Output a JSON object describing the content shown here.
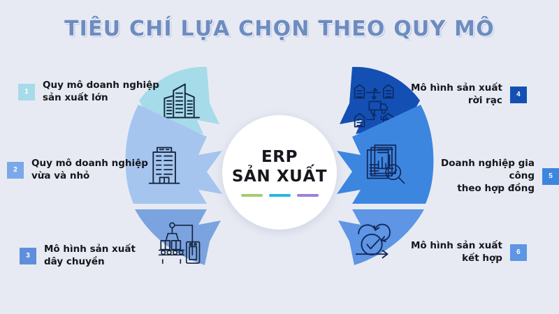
{
  "page": {
    "background_color": "#e8eaf3",
    "title": "TIÊU  CHÍ LỰA CHỌN THEO QUY MÔ",
    "title_color": "#6d8cc0"
  },
  "center": {
    "line1": "ERP",
    "line2": "SẢN XUẤT",
    "accent_bars": [
      {
        "name": "accent-bar-green",
        "color": "#a3cd6e"
      },
      {
        "name": "accent-bar-cyan",
        "color": "#29b6e5"
      },
      {
        "name": "accent-bar-purple",
        "color": "#9b82d8"
      }
    ]
  },
  "segments": [
    {
      "number": "1",
      "label": "Quy mô doanh nghiệp\nsản xuất lớn",
      "side": "left",
      "color": "#a6dbe9",
      "badge_color": "#a6dbe9",
      "icon": "office-buildings-icon"
    },
    {
      "number": "2",
      "label": "Quy mô doanh nghiệp\nvừa và nhỏ",
      "side": "left",
      "color": "#a5c5ef",
      "badge_color": "#7aa8e8",
      "icon": "single-tower-building-icon"
    },
    {
      "number": "3",
      "label": "Mô hình sản xuất\ndây chuyền",
      "side": "left",
      "color": "#7ba3e0",
      "badge_color": "#5e8fdb",
      "icon": "robotic-arm-conveyor-icon"
    },
    {
      "number": "4",
      "label": "Mô hình sản xuất\nrời rạc",
      "side": "right",
      "color": "#1450b4",
      "badge_color": "#1450b4",
      "icon": "warehouse-truck-network-icon"
    },
    {
      "number": "5",
      "label": "Doanh nghiệp gia công\ntheo hợp đồng",
      "side": "right",
      "color": "#3d86e0",
      "badge_color": "#3d86e0",
      "icon": "documents-chart-magnifier-icon"
    },
    {
      "number": "6",
      "label": "Mô hình sản xuất\nkết hợp",
      "side": "right",
      "color": "#5e95e4",
      "badge_color": "#5e95e4",
      "icon": "agile-cycle-check-icon"
    }
  ]
}
